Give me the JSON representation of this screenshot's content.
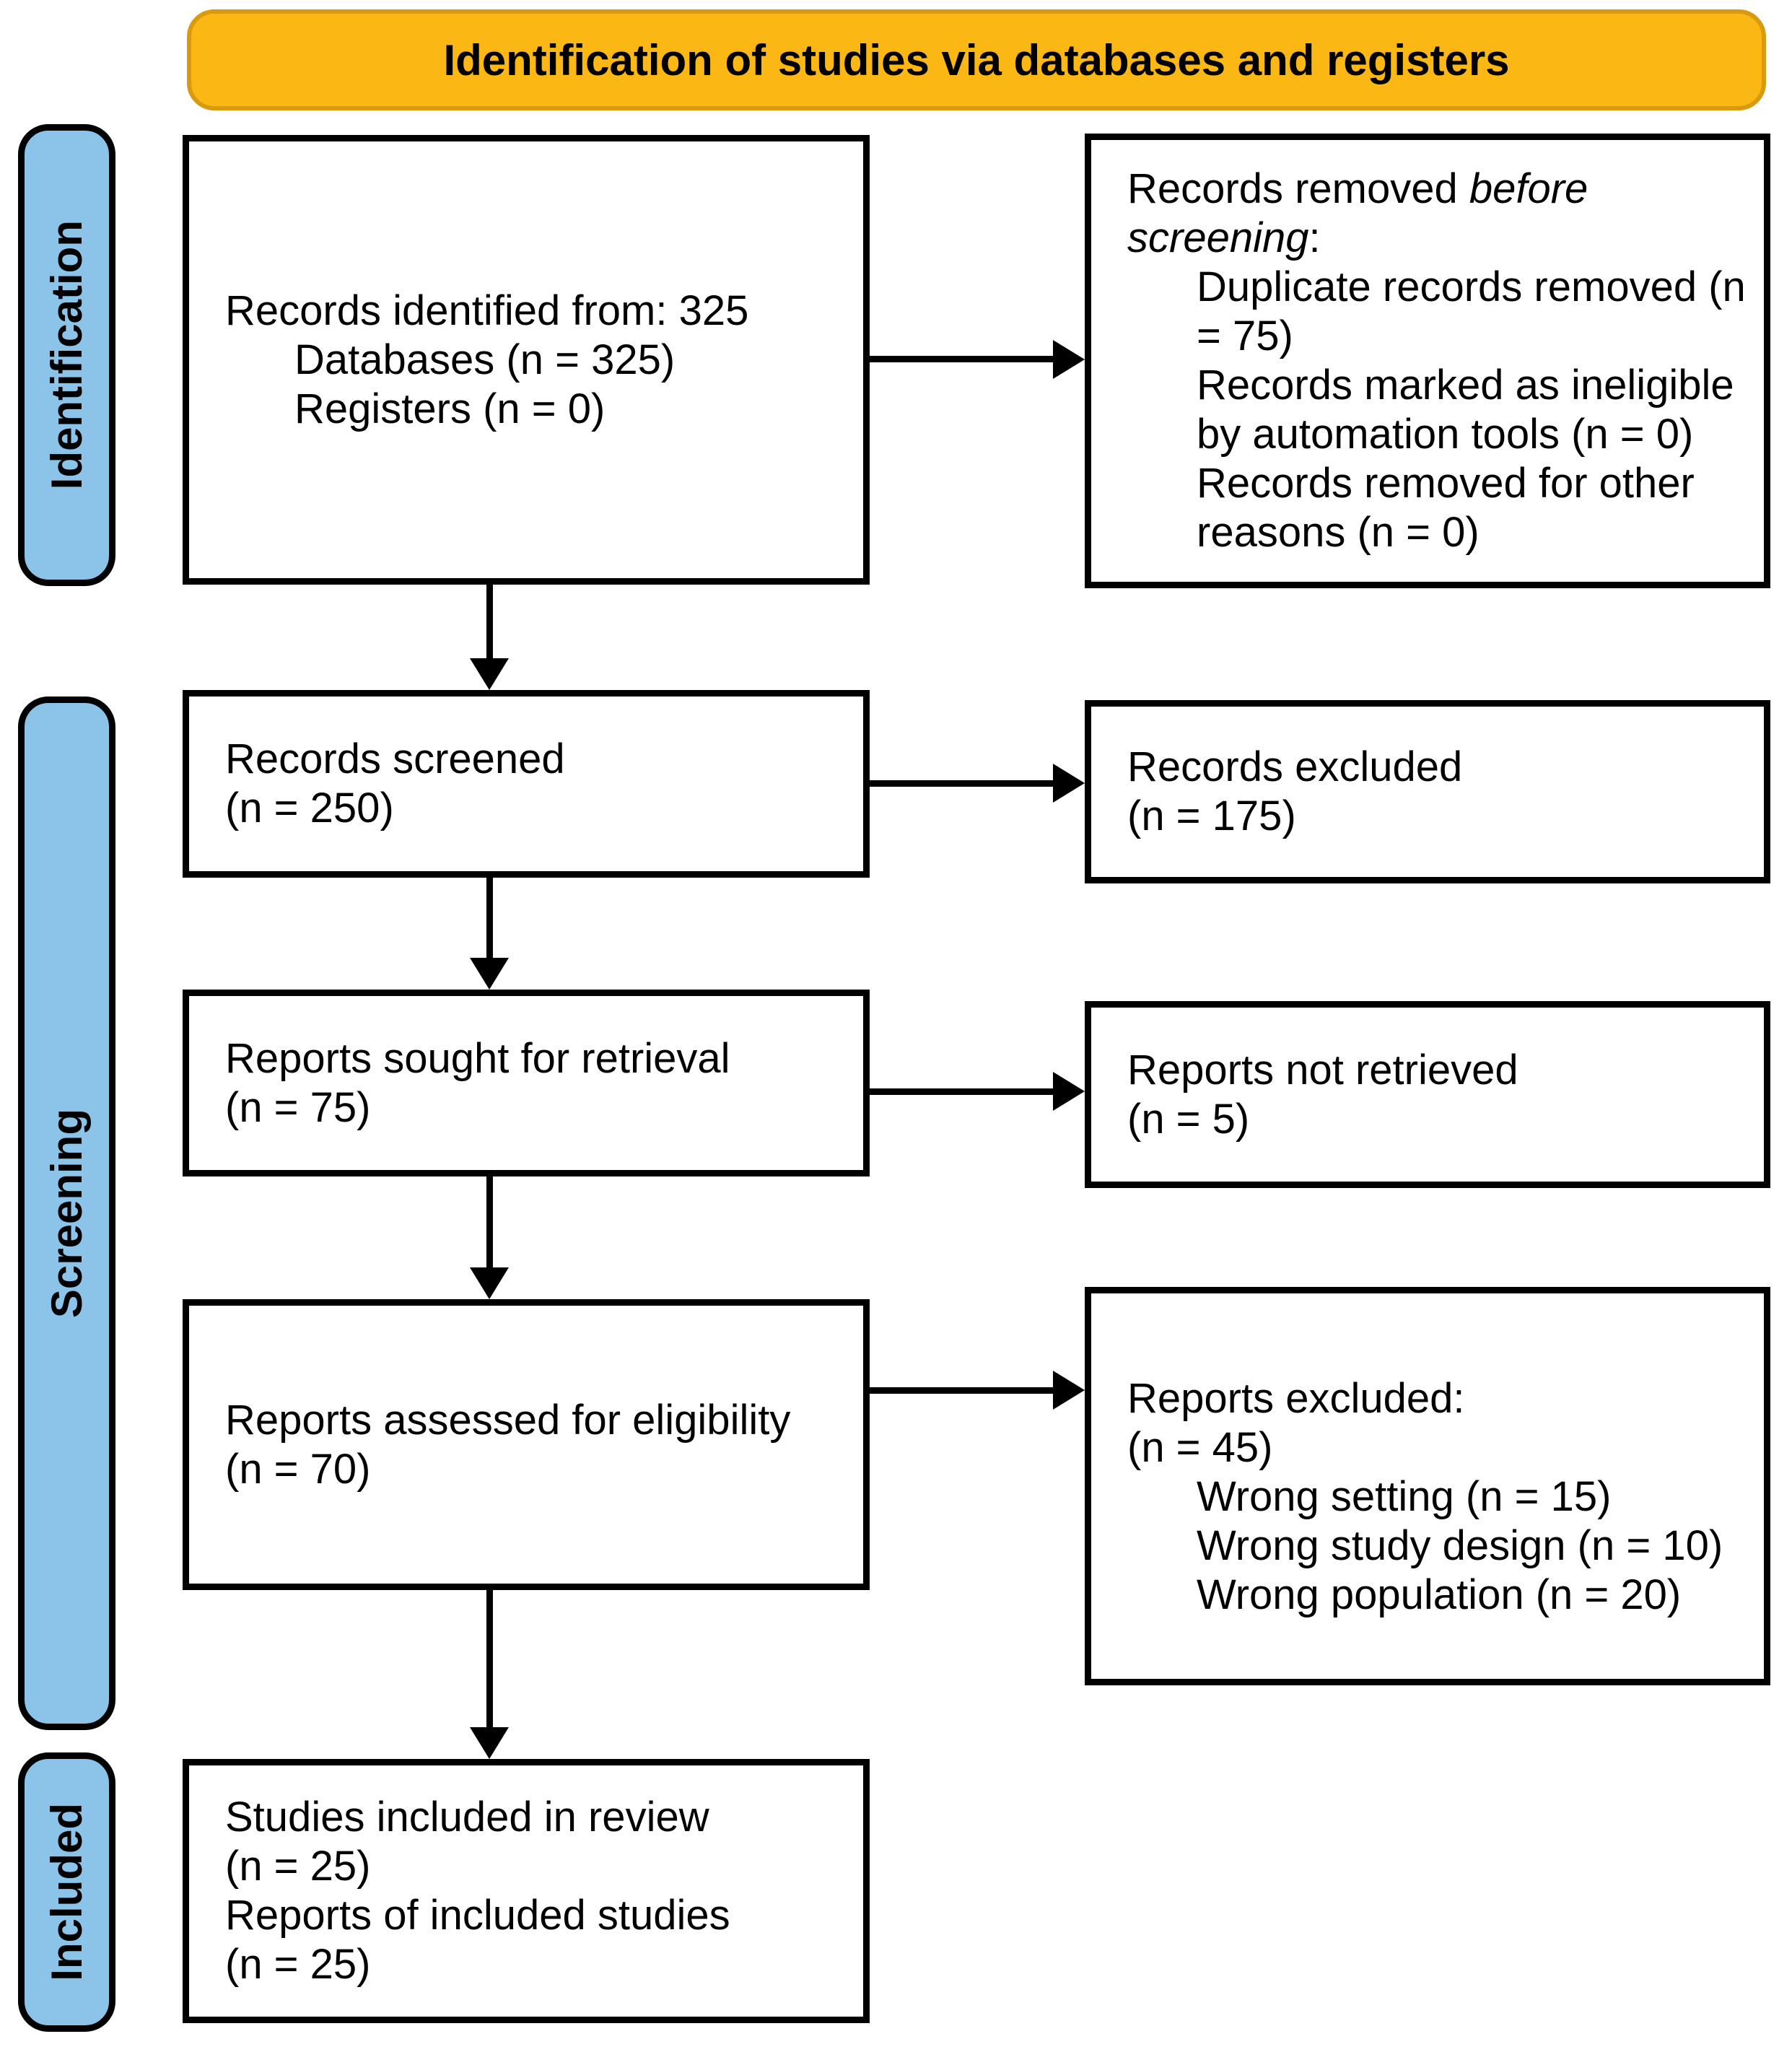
{
  "banner": {
    "label": "Identification of studies via databases and registers"
  },
  "stages": [
    {
      "id": "identification",
      "label": "Identification"
    },
    {
      "id": "screening",
      "label": "Screening"
    },
    {
      "id": "included",
      "label": "Included"
    }
  ],
  "boxes": {
    "records_identified": {
      "lines": [
        {
          "indent": 0,
          "parts": [
            {
              "t": "Records identified from: 325"
            }
          ]
        },
        {
          "indent": 1,
          "parts": [
            {
              "t": "Databases (n = 325)"
            }
          ]
        },
        {
          "indent": 1,
          "parts": [
            {
              "t": "Registers (n = 0)"
            }
          ]
        }
      ]
    },
    "records_removed": {
      "lines": [
        {
          "indent": 0,
          "parts": [
            {
              "t": "Records removed "
            },
            {
              "t": "before screening",
              "i": true
            },
            {
              "t": ":"
            }
          ]
        },
        {
          "indent": 1,
          "parts": [
            {
              "t": "Duplicate records removed (n = 75)"
            }
          ]
        },
        {
          "indent": 1,
          "parts": [
            {
              "t": "Records marked as ineligible by automation tools (n = 0)"
            }
          ]
        },
        {
          "indent": 1,
          "parts": [
            {
              "t": "Records removed for other reasons (n = 0)"
            }
          ]
        }
      ]
    },
    "records_screened": {
      "lines": [
        {
          "indent": 0,
          "parts": [
            {
              "t": "Records screened"
            }
          ]
        },
        {
          "indent": 0,
          "parts": [
            {
              "t": "(n = 250)"
            }
          ]
        }
      ]
    },
    "records_excluded": {
      "lines": [
        {
          "indent": 0,
          "parts": [
            {
              "t": "Records excluded"
            }
          ]
        },
        {
          "indent": 0,
          "parts": [
            {
              "t": "(n = 175)"
            }
          ]
        }
      ]
    },
    "reports_sought": {
      "lines": [
        {
          "indent": 0,
          "parts": [
            {
              "t": "Reports sought for retrieval"
            }
          ]
        },
        {
          "indent": 0,
          "parts": [
            {
              "t": "(n = 75)"
            }
          ]
        }
      ]
    },
    "reports_not_retrieved": {
      "lines": [
        {
          "indent": 0,
          "parts": [
            {
              "t": "Reports not retrieved"
            }
          ]
        },
        {
          "indent": 0,
          "parts": [
            {
              "t": "(n = 5)"
            }
          ]
        }
      ]
    },
    "reports_assessed": {
      "lines": [
        {
          "indent": 0,
          "parts": [
            {
              "t": "Reports assessed for eligibility"
            }
          ]
        },
        {
          "indent": 0,
          "parts": [
            {
              "t": "(n = 70)"
            }
          ]
        }
      ]
    },
    "reports_excluded": {
      "lines": [
        {
          "indent": 0,
          "parts": [
            {
              "t": "Reports excluded:"
            }
          ]
        },
        {
          "indent": 0,
          "parts": [
            {
              "t": "(n = 45)"
            }
          ]
        },
        {
          "indent": 1,
          "parts": [
            {
              "t": "Wrong setting (n = 15)"
            }
          ]
        },
        {
          "indent": 1,
          "parts": [
            {
              "t": "Wrong study design (n = 10)"
            }
          ]
        },
        {
          "indent": 1,
          "parts": [
            {
              "t": "Wrong population (n = 20)"
            }
          ]
        }
      ]
    },
    "studies_included": {
      "lines": [
        {
          "indent": 0,
          "parts": [
            {
              "t": "Studies included in review"
            }
          ]
        },
        {
          "indent": 0,
          "parts": [
            {
              "t": "(n = 25)"
            }
          ]
        },
        {
          "indent": 0,
          "parts": [
            {
              "t": "Reports of included studies"
            }
          ]
        },
        {
          "indent": 0,
          "parts": [
            {
              "t": "(n = 25)"
            }
          ]
        }
      ]
    }
  },
  "colors": {
    "banner_fill": "#FBB713",
    "banner_border": "#D89B10",
    "stage_fill": "#8CC3E8",
    "stage_border": "#000000",
    "box_background": "#FFFFFF",
    "box_border": "#000000",
    "arrow": "#000000",
    "text": "#000000",
    "page_background": "#FFFFFF"
  }
}
